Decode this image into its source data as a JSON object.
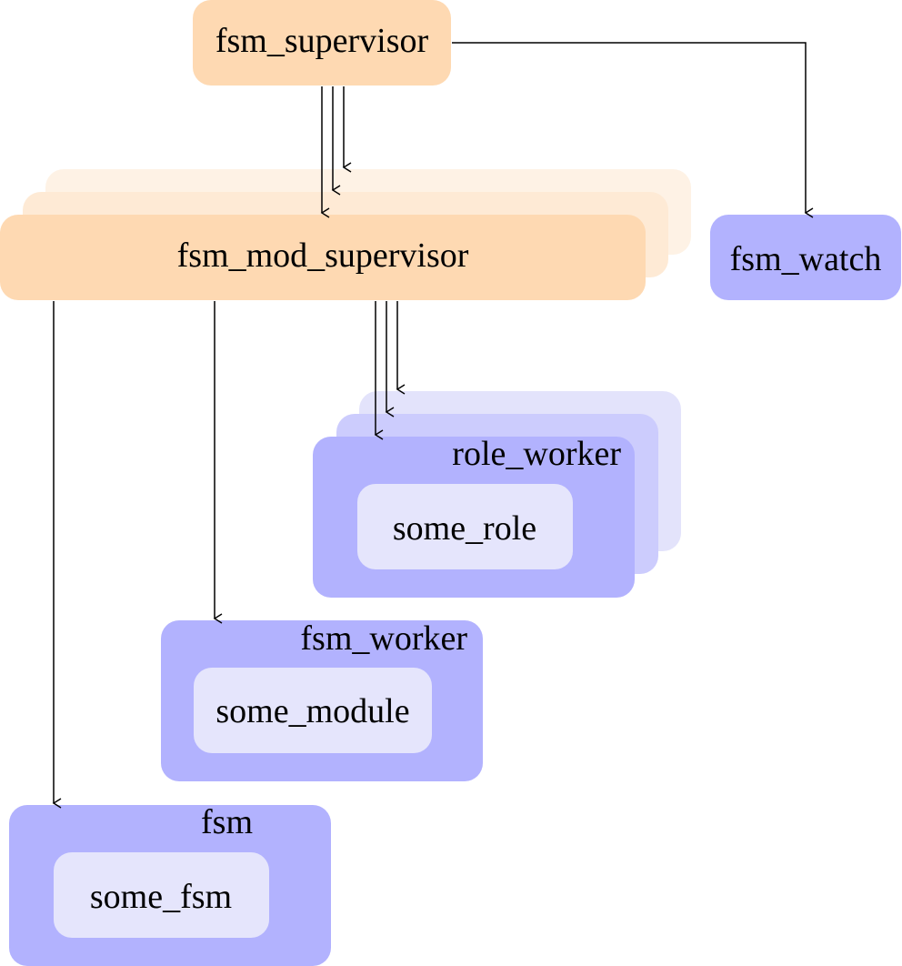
{
  "nodes": {
    "fsm_supervisor": {
      "label": "fsm_supervisor"
    },
    "fsm_mod_supervisor": {
      "label": "fsm_mod_supervisor"
    },
    "fsm_watch": {
      "label": "fsm_watch"
    },
    "role_worker": {
      "label": "role_worker",
      "child": "some_role"
    },
    "fsm_worker": {
      "label": "fsm_worker",
      "child": "some_module"
    },
    "fsm": {
      "label": "fsm",
      "child": "some_fsm"
    }
  },
  "edges": [
    {
      "from": "fsm_supervisor",
      "to": "fsm_watch"
    },
    {
      "from": "fsm_supervisor",
      "to": "fsm_mod_supervisor",
      "multiple": true
    },
    {
      "from": "fsm_mod_supervisor",
      "to": "role_worker",
      "multiple": true
    },
    {
      "from": "fsm_mod_supervisor",
      "to": "fsm_worker"
    },
    {
      "from": "fsm_mod_supervisor",
      "to": "fsm"
    }
  ],
  "colors": {
    "supervisor_fill": "#fed9b2",
    "supervisor_stack_1": "#feead5",
    "supervisor_stack_2": "#fef2e5",
    "worker_fill": "#b2b2fe",
    "worker_stack_1": "#ccccfd",
    "worker_stack_2": "#e3e3fb",
    "inner_fill": "#e5e5fc",
    "edge": "#000000"
  }
}
